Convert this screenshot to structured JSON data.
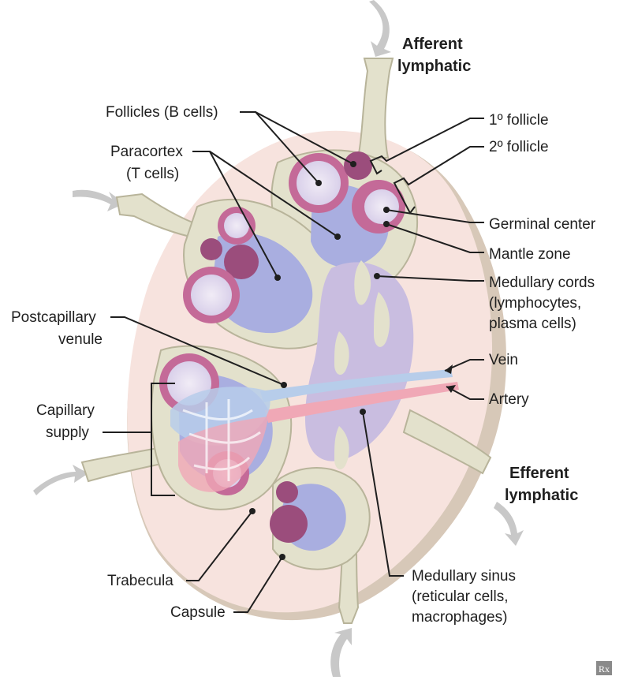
{
  "diagram": {
    "labels": {
      "afferent_line1": "Afferent",
      "afferent_line2": "lymphatic",
      "follicles": "Follicles (B cells)",
      "primary_follicle": "1º follicle",
      "secondary_follicle": "2º follicle",
      "paracortex_line1": "Paracortex",
      "paracortex_line2": "(T cells)",
      "germinal_center": "Germinal center",
      "mantle_zone": "Mantle zone",
      "medullary_cords_line1": "Medullary cords",
      "medullary_cords_line2": "(lymphocytes,",
      "medullary_cords_line3": "plasma cells)",
      "postcapillary_line1": "Postcapillary",
      "postcapillary_line2": "venule",
      "vein": "Vein",
      "artery": "Artery",
      "capillary_line1": "Capillary",
      "capillary_line2": "supply",
      "efferent_line1": "Efferent",
      "efferent_line2": "lymphatic",
      "trabecula": "Trabecula",
      "capsule": "Capsule",
      "medullary_sinus_line1": "Medullary sinus",
      "medullary_sinus_line2": "(reticular cells,",
      "medullary_sinus_line3": "macrophages)",
      "logo": "Rx"
    },
    "colors": {
      "capsule": "#f7e3de",
      "capsule_edge": "#d7c8b8",
      "trabecula": "#e3e1cc",
      "paracortex": "#a9aee0",
      "follicle_ring": "#c46a98",
      "follicle_center": "#e4def0",
      "primary_follicle": "#9b4d7c",
      "medulla": "#c9bde0",
      "vein": "#b7cdea",
      "artery": "#f0a8b6",
      "arrow": "#c8c8c8"
    }
  }
}
